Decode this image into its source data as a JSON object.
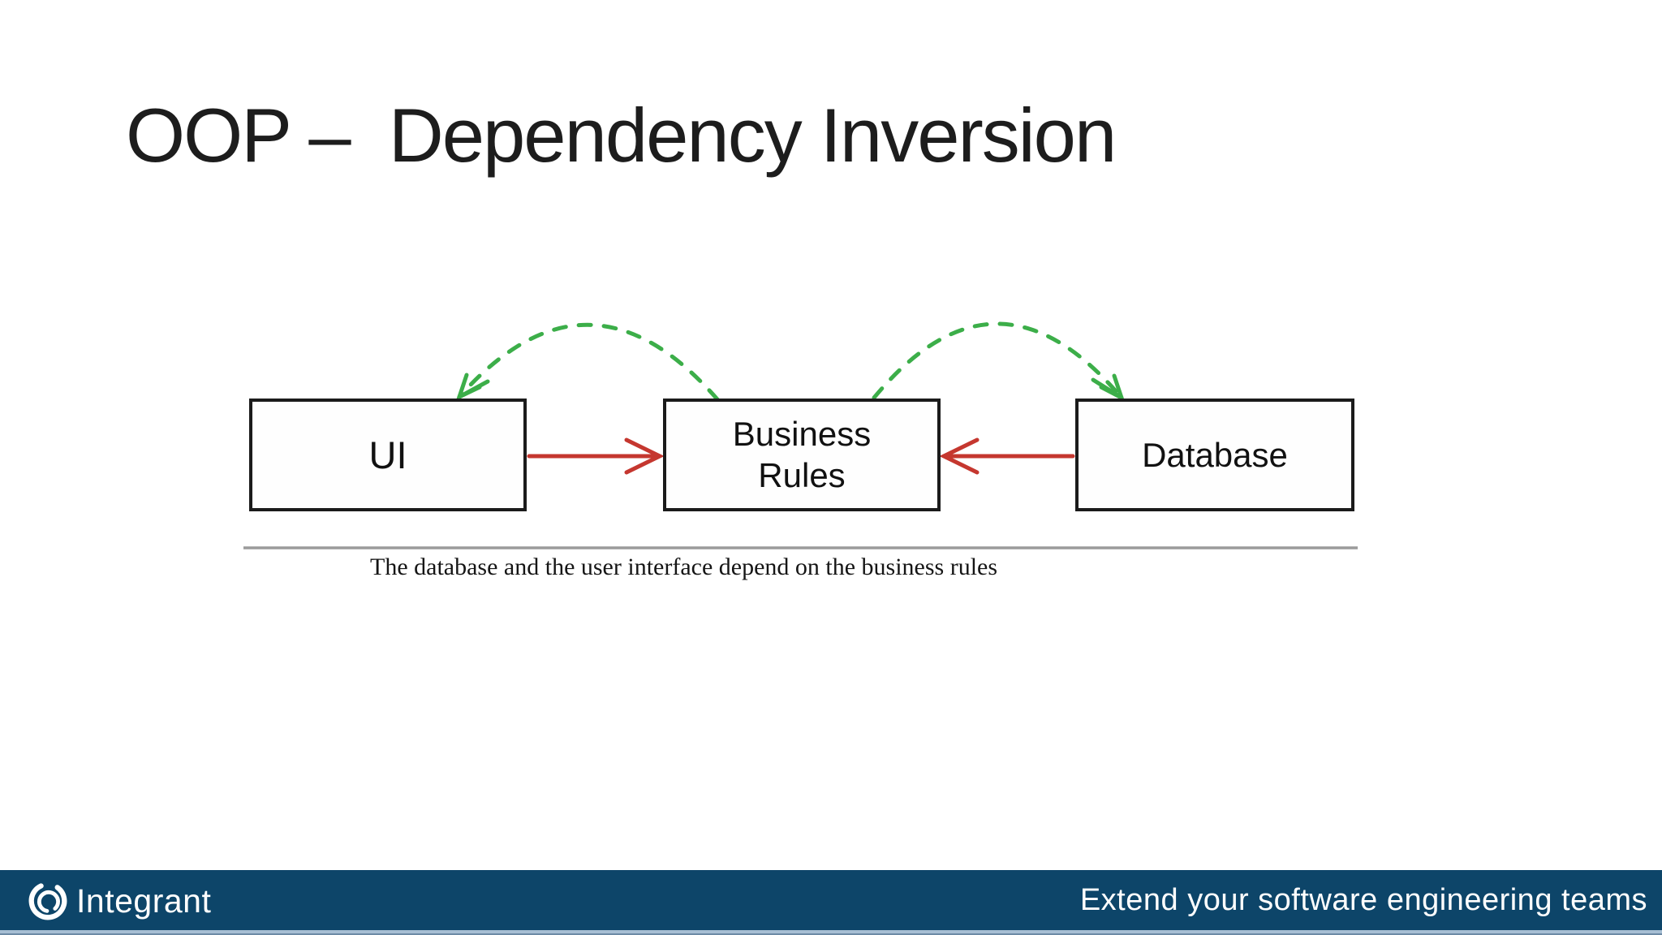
{
  "slide": {
    "title": "OOP –  Dependency Inversion",
    "diagram": {
      "boxes": [
        {
          "id": "ui",
          "label": "UI"
        },
        {
          "id": "business-rules",
          "label": "Business Rules"
        },
        {
          "id": "database",
          "label": "Database"
        }
      ],
      "solid_arrows": [
        {
          "from": "UI",
          "to": "Business Rules",
          "color": "#c5372f"
        },
        {
          "from": "Database",
          "to": "Business Rules",
          "color": "#c5372f"
        }
      ],
      "dashed_arrows": [
        {
          "from": "Business Rules",
          "to": "UI",
          "color": "#3cae49"
        },
        {
          "from": "Business Rules",
          "to": "Database",
          "color": "#3cae49"
        }
      ],
      "caption": "The database and the user interface depend on the business rules",
      "colors": {
        "box_border": "#1b1b1b",
        "box_fill": "#fefefe",
        "separator_line": "#9b9b9b",
        "solid_arrow": "#c5372f",
        "dashed_arrow": "#3cae49"
      }
    },
    "footer": {
      "logo_text": "Integrant",
      "tagline": "Extend your software engineering teams",
      "bar_color": "#0d4569"
    }
  }
}
